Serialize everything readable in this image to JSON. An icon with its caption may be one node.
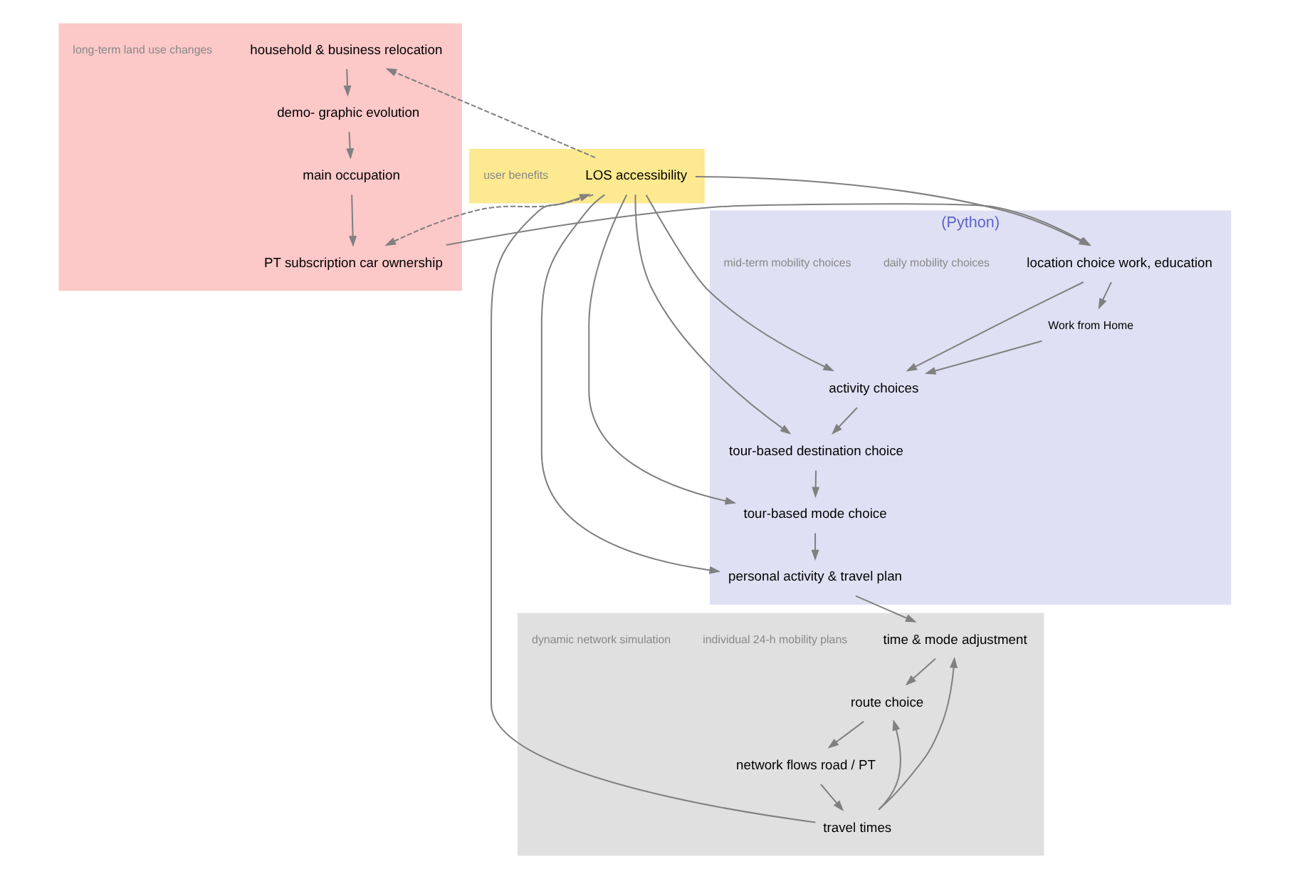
{
  "diagram": {
    "nodes": [
      {
        "text": [],
        "shape": "box"
      },
      {
        "text": [
          "time & mode adjustment"
        ],
        "in": 0
      },
      {
        "text": [
          "route choice"
        ],
        "in": 0
      },
      {
        "text": [
          "network flows road / PT"
        ],
        "in": 0
      },
      {
        "text": [
          "travel times"
        ],
        "in": 0
      },
      {
        "text": [
          "(Python)"
        ]
      },
      {
        "text": [
          "personal activity & travel plan"
        ],
        "in": 5
      },
      {
        "text": [
          "tour-based mode choice"
        ],
        "in": 5
      },
      {
        "text": [
          "tour-based destination choice"
        ],
        "in": 5
      },
      {
        "text": [
          "activity choices"
        ],
        "in": 5
      },
      {
        "text": [
          "Work from Home"
        ],
        "in": 5
      },
      {
        "text": [
          "location choice work, education"
        ],
        "in": 5
      },
      {
        "text": [],
        "shape": "box"
      },
      {
        "text": [
          "LOS accessibility"
        ],
        "in": 12
      },
      {
        "text": [],
        "shape": "box"
      },
      {
        "text": [
          "household & business relocation"
        ],
        "in": 14
      },
      {
        "text": [
          "demo- graphic evolution"
        ],
        "in": 14
      },
      {
        "text": [
          "main occupation"
        ],
        "in": 14
      },
      {
        "text": [
          "PT subscription car ownership"
        ],
        "in": 14
      }
    ],
    "edges": [
      {
        "from": 6,
        "to": 1,
        "arrow": "to"
      },
      {
        "from": 1,
        "to": 2,
        "arrow": "to"
      },
      {
        "from": 2,
        "to": 3,
        "arrow": "to"
      },
      {
        "from": 3,
        "to": 4,
        "arrow": "to"
      },
      {
        "from": 4,
        "to": 1,
        "arrow": "to"
      },
      {
        "from": 4,
        "to": 2,
        "arrow": "to"
      },
      {
        "from": 4,
        "to": 13,
        "arrow": "to"
      },
      {
        "from": 13,
        "to": 6,
        "arrow": "to"
      },
      {
        "from": 13,
        "to": 7,
        "arrow": "to"
      },
      {
        "from": 13,
        "to": 8,
        "arrow": "to"
      },
      {
        "from": 13,
        "to": 9,
        "arrow": "to"
      },
      {
        "from": 13,
        "to": 11,
        "arrow": "to"
      },
      {
        "from": 13,
        "to": 18,
        "arrow": "to",
        "style": "dashed"
      },
      {
        "from": 13,
        "to": 15,
        "arrow": "to",
        "style": "dashed"
      },
      {
        "from": 15,
        "to": 16,
        "arrow": "to"
      },
      {
        "from": 16,
        "to": 17,
        "arrow": "to"
      },
      {
        "from": 17,
        "to": 18,
        "arrow": "to"
      },
      {
        "from": 18,
        "to": 11,
        "arrow": "to"
      },
      {
        "from": 11,
        "to": 9,
        "arrow": "to"
      },
      {
        "from": 11,
        "to": 10,
        "arrow": "to"
      },
      {
        "from": 10,
        "to": 9,
        "arrow": "to"
      },
      {
        "from": 9,
        "to": 8,
        "arrow": "to"
      },
      {
        "from": 8,
        "to": 7,
        "arrow": "to"
      },
      {
        "from": 7,
        "to": 6,
        "arrow": "to"
      }
    ],
    "labels": [
      "individual 24-h mobility plans",
      "daily mobility choices",
      "mid-term mobility choices",
      "long-term land use changes",
      "user benefits",
      "dynamic network simulation"
    ]
  }
}
